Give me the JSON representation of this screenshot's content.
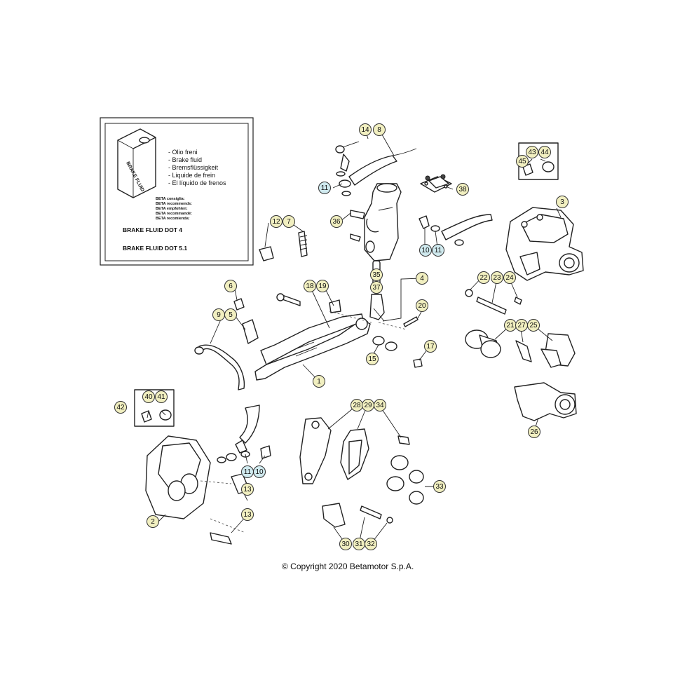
{
  "legend": {
    "can_label": "BRAKE FLUID",
    "lines": [
      "- Olio freni",
      "- Brake fluid",
      "- Bremsflüssigkeit",
      "- Liquide de frein",
      "- El líquido de frenos"
    ],
    "recommend": [
      "BETA consiglia:",
      "BETA recommends:",
      "BETA empfohlen:",
      "BETA recommandé:",
      "BETA recomienda:"
    ],
    "dot4": "BRAKE FLUID DOT 4",
    "dot51": "BRAKE FLUID DOT 5.1"
  },
  "colors": {
    "callout_yellow": "#f1efc0",
    "callout_blue": "#cfe9ee",
    "line": "#222222"
  },
  "callouts": [
    {
      "label": "14",
      "style": "yellow"
    },
    {
      "label": "8",
      "style": "yellow"
    },
    {
      "label": "45",
      "style": "yellow"
    },
    {
      "label": "43",
      "style": "yellow"
    },
    {
      "label": "44",
      "style": "yellow"
    },
    {
      "label": "11",
      "style": "blue"
    },
    {
      "label": "38",
      "style": "yellow"
    },
    {
      "label": "3",
      "style": "yellow"
    },
    {
      "label": "12",
      "style": "yellow"
    },
    {
      "label": "7",
      "style": "yellow"
    },
    {
      "label": "36",
      "style": "yellow"
    },
    {
      "label": "10",
      "style": "blue"
    },
    {
      "label": "11",
      "style": "blue"
    },
    {
      "label": "35",
      "style": "yellow"
    },
    {
      "label": "4",
      "style": "yellow"
    },
    {
      "label": "37",
      "style": "yellow"
    },
    {
      "label": "22",
      "style": "yellow"
    },
    {
      "label": "23",
      "style": "yellow"
    },
    {
      "label": "24",
      "style": "yellow"
    },
    {
      "label": "6",
      "style": "yellow"
    },
    {
      "label": "18",
      "style": "yellow"
    },
    {
      "label": "19",
      "style": "yellow"
    },
    {
      "label": "20",
      "style": "yellow"
    },
    {
      "label": "9",
      "style": "yellow"
    },
    {
      "label": "5",
      "style": "yellow"
    },
    {
      "label": "21",
      "style": "yellow"
    },
    {
      "label": "27",
      "style": "yellow"
    },
    {
      "label": "25",
      "style": "yellow"
    },
    {
      "label": "17",
      "style": "yellow"
    },
    {
      "label": "15",
      "style": "yellow"
    },
    {
      "label": "1",
      "style": "yellow"
    },
    {
      "label": "40",
      "style": "yellow"
    },
    {
      "label": "41",
      "style": "yellow"
    },
    {
      "label": "42",
      "style": "yellow"
    },
    {
      "label": "28",
      "style": "yellow"
    },
    {
      "label": "29",
      "style": "yellow"
    },
    {
      "label": "34",
      "style": "yellow"
    },
    {
      "label": "26",
      "style": "yellow"
    },
    {
      "label": "11",
      "style": "blue"
    },
    {
      "label": "10",
      "style": "blue"
    },
    {
      "label": "33",
      "style": "yellow"
    },
    {
      "label": "2",
      "style": "yellow"
    },
    {
      "label": "13",
      "style": "yellow"
    },
    {
      "label": "13",
      "style": "yellow"
    },
    {
      "label": "30",
      "style": "yellow"
    },
    {
      "label": "31",
      "style": "yellow"
    },
    {
      "label": "32",
      "style": "yellow"
    }
  ],
  "copyright": "© Copyright 2020 Betamotor S.p.A."
}
